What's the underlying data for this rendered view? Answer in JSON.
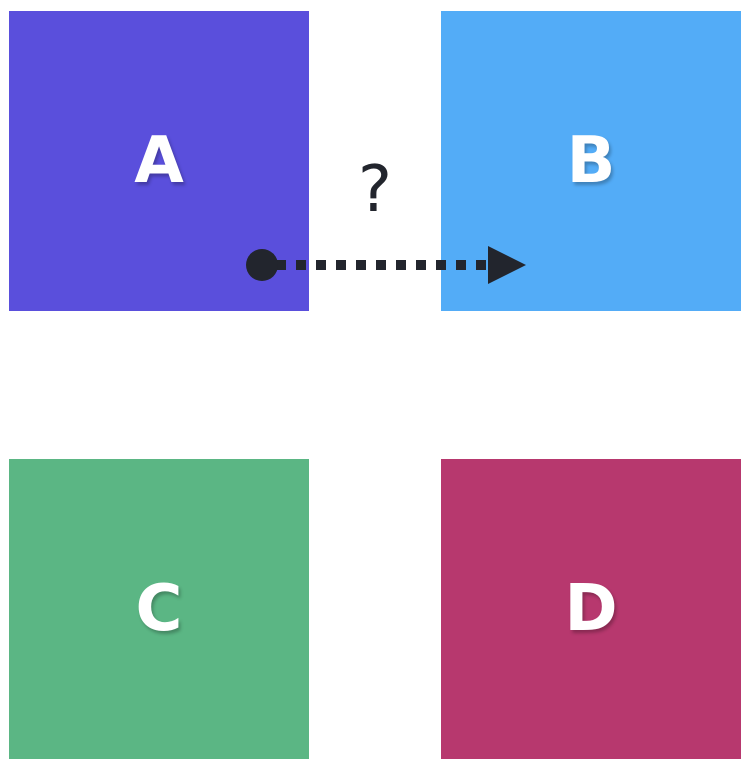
{
  "boxes": [
    {
      "id": "a",
      "label": "A",
      "color": "#5a4fdc"
    },
    {
      "id": "b",
      "label": "B",
      "color": "#53acf7"
    },
    {
      "id": "c",
      "label": "C",
      "color": "#5bb684"
    },
    {
      "id": "d",
      "label": "D",
      "color": "#b7386e"
    }
  ],
  "connector": {
    "label": "?",
    "from": "A",
    "to": "B",
    "style": "dotted",
    "start_marker": "dot",
    "end_marker": "arrowhead",
    "color": "#22252d"
  }
}
